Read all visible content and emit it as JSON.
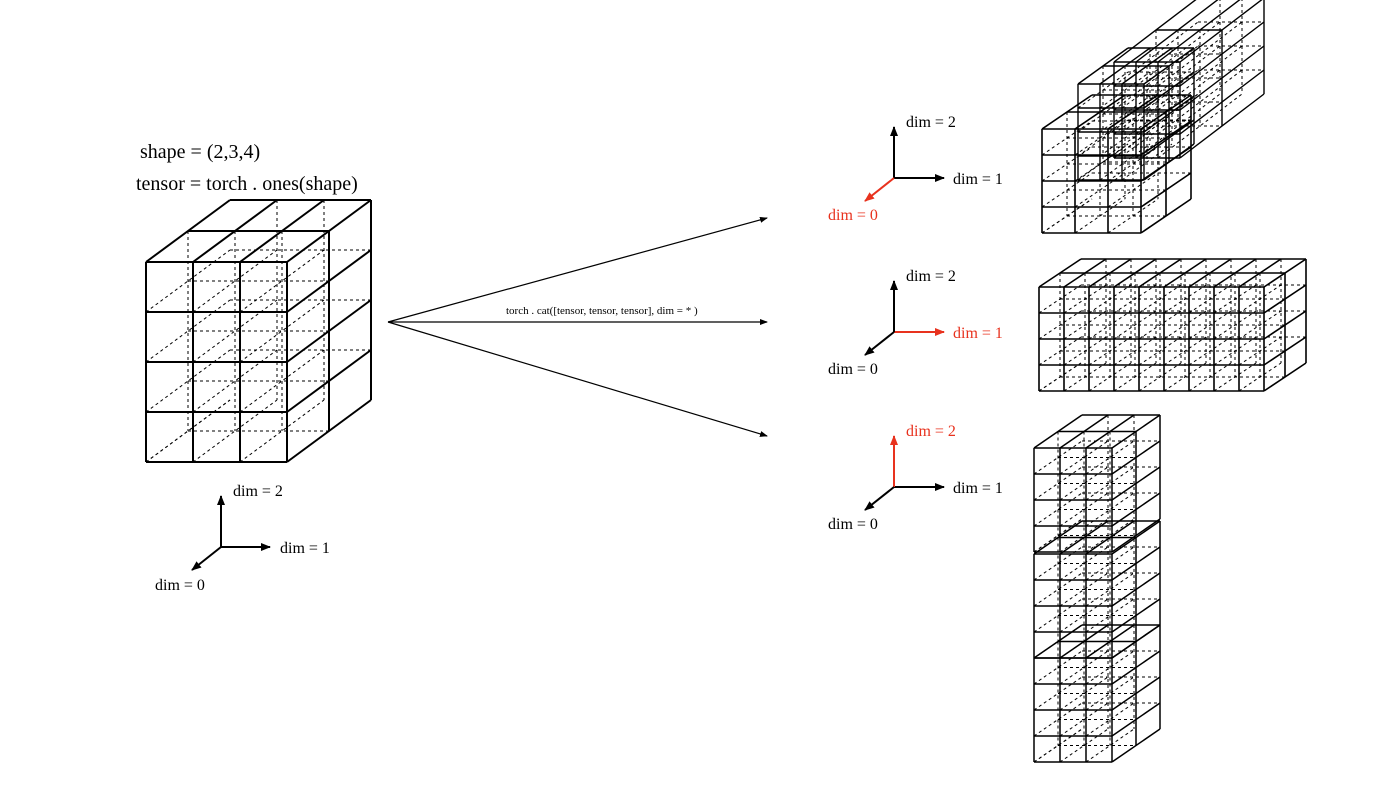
{
  "source": {
    "code_line_1": "shape = (2,3,4)",
    "code_line_2": "tensor = torch . ones(shape)",
    "axes": {
      "x": "dim = 1",
      "y": "dim = 2",
      "z": "dim = 0"
    }
  },
  "operation": {
    "label": "torch . cat([tensor, tensor, tensor], dim = * )"
  },
  "results": [
    {
      "axes": {
        "y": "dim = 2",
        "x": "dim = 1",
        "z": "dim = 0"
      },
      "highlight": "z",
      "highlight_color": "#e8321e"
    },
    {
      "axes": {
        "y": "dim = 2",
        "x": "dim = 1",
        "z": "dim = 0"
      },
      "highlight": "x",
      "highlight_color": "#e8321e"
    },
    {
      "axes": {
        "y": "dim = 2",
        "x": "dim = 1",
        "z": "dim = 0"
      },
      "highlight": "y",
      "highlight_color": "#e8321e"
    }
  ]
}
